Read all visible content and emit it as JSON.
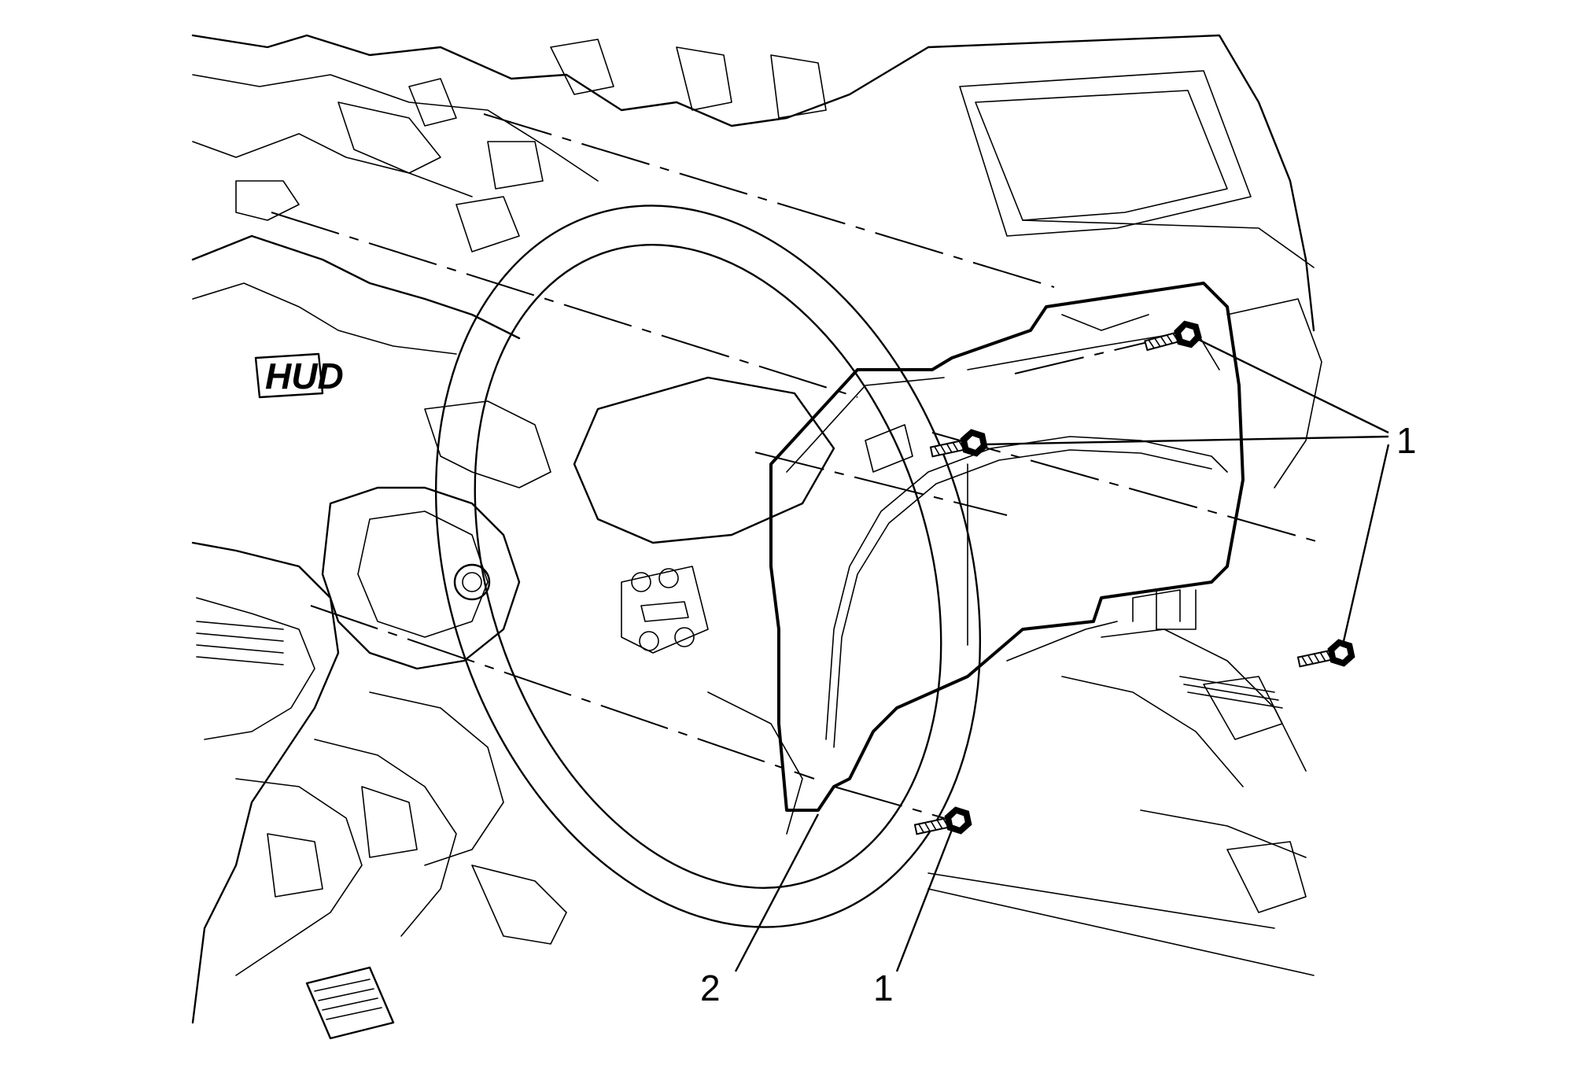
{
  "diagram": {
    "embossed_text": "HUD",
    "callouts": [
      {
        "id": "bolts-upper-right",
        "label": "1"
      },
      {
        "id": "bolt-lower",
        "label": "1"
      },
      {
        "id": "cluster",
        "label": "2"
      }
    ]
  }
}
